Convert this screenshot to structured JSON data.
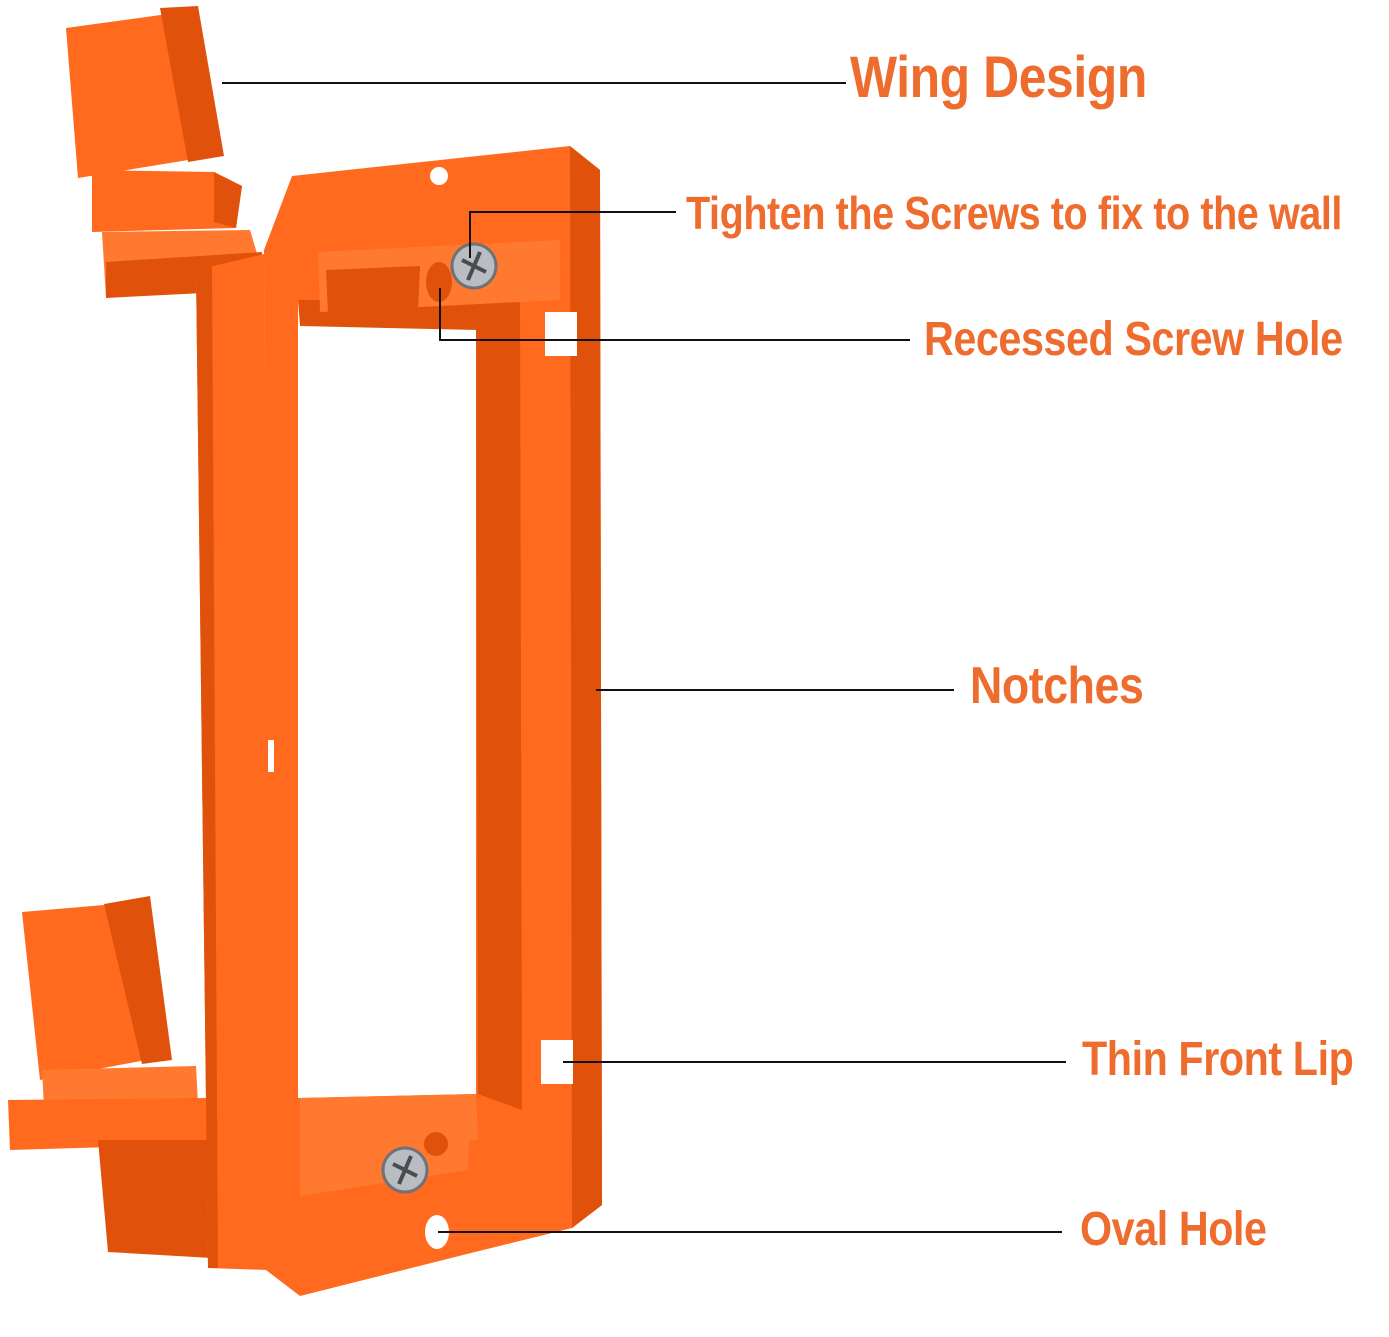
{
  "colors": {
    "label": "#ef6c2f",
    "bracket_main": "#ff6a1f",
    "bracket_dark": "#e0520c",
    "bracket_light": "#ff8540",
    "leader": "#111111"
  },
  "callouts": {
    "wing_design": "Wing Design",
    "tighten_screws": "Tighten the Screws to fix to the wall",
    "recessed_hole": "Recessed Screw Hole",
    "notches": "Notches",
    "thin_lip": "Thin Front Lip",
    "oval_hole": "Oval Hole"
  }
}
